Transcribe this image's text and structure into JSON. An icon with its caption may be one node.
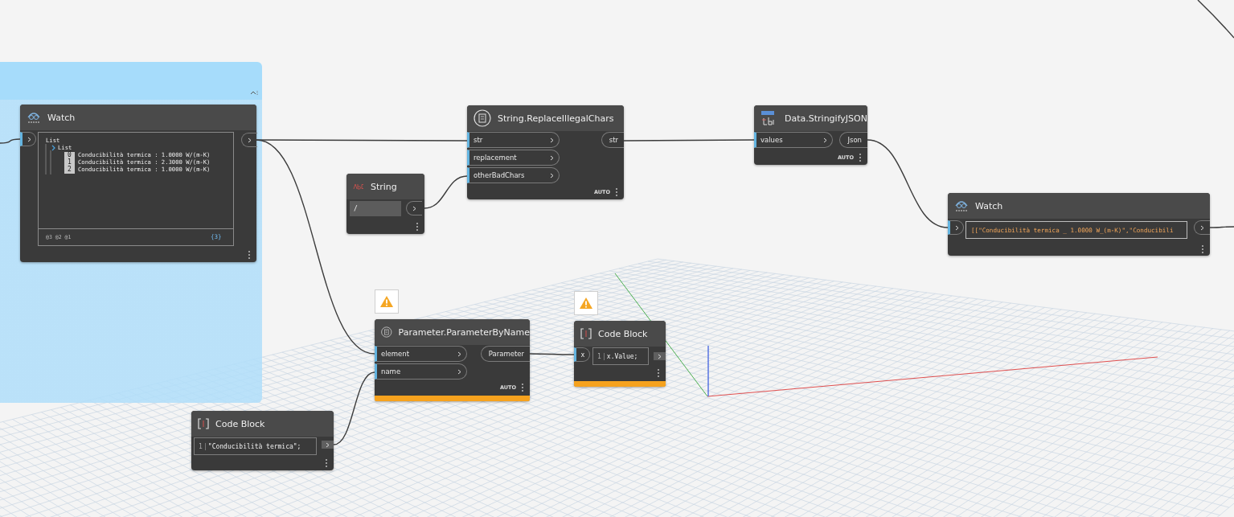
{
  "diagram": {
    "nodes": [
      {
        "text": [],
        "shape": "box"
      },
      {
        "text": [
          "Watch",
          "List",
          "List",
          "0",
          "Conducibilità termica : 1.0000 W/(m-K)",
          "1",
          "Conducibilità termica : 2.3000 W/(m-K)",
          "2",
          "Conducibilità termica : 1.0000 W/(m-K)",
          "@3 @2 @1",
          "{3}"
        ],
        "in": 0
      },
      {
        "text": [
          "String",
          "/"
        ]
      },
      {
        "text": [
          "String.ReplaceIllegalChars",
          "str",
          "replacement",
          "otherBadChars",
          "str",
          "AUTO"
        ]
      },
      {
        "text": [
          "Data.StringifyJSON",
          "values",
          "Json",
          "AUTO"
        ]
      },
      {
        "text": [
          "Watch",
          "[[\"Conducibilità termica _ 1.0000 W_(m-K)\",\"Conducibili"
        ]
      },
      {
        "text": [
          "Parameter.ParameterByName",
          "element",
          "name",
          "Parameter",
          "AUTO"
        ]
      },
      {
        "text": [
          "Code Block",
          "x",
          "1",
          "x.Value;"
        ]
      },
      {
        "text": [
          "Code Block",
          "1",
          "\"Conducibilità termica\";"
        ]
      }
    ],
    "edges": [
      {
        "from": null,
        "to": 1,
        "arrow": "none"
      },
      {
        "from": 1,
        "to": 3,
        "arrow": "none"
      },
      {
        "from": 1,
        "to": 6,
        "arrow": "none"
      },
      {
        "from": 2,
        "to": 3,
        "arrow": "none"
      },
      {
        "from": 3,
        "to": 4,
        "arrow": "none"
      },
      {
        "from": 4,
        "to": 5,
        "arrow": "none"
      },
      {
        "from": 5,
        "to": null,
        "arrow": "none"
      },
      {
        "from": 6,
        "to": 7,
        "arrow": "none"
      },
      {
        "from": 8,
        "to": 6,
        "arrow": "none"
      }
    ]
  }
}
